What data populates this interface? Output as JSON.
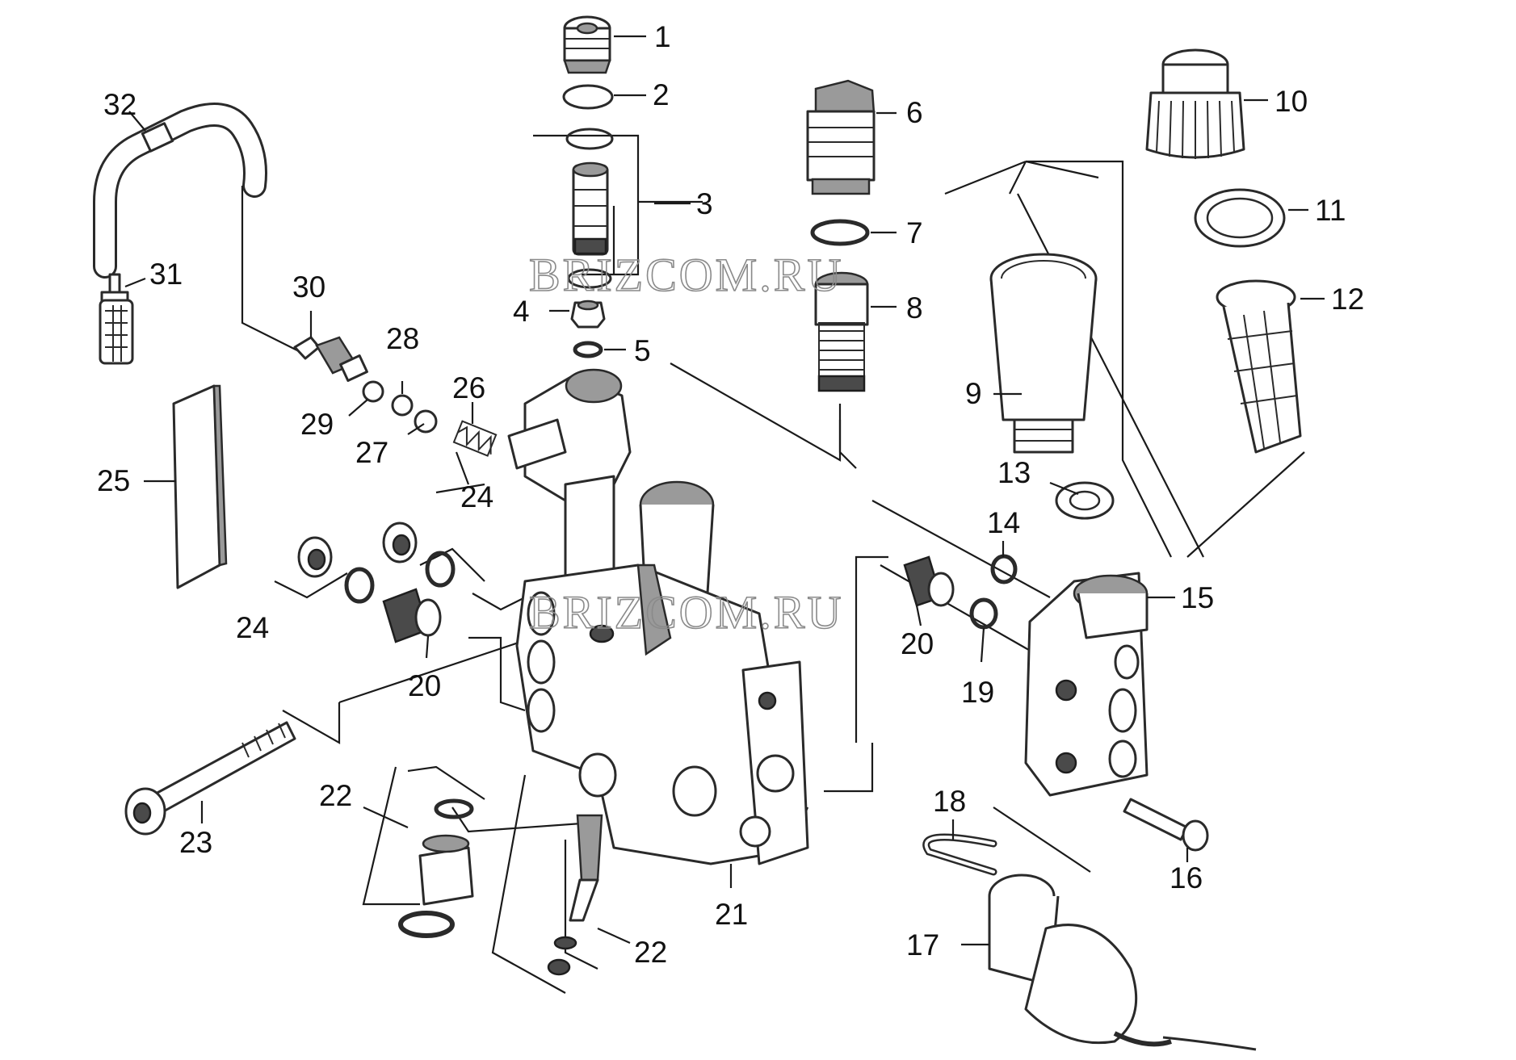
{
  "watermark": "BRIZCOM.RU",
  "callouts": [
    "1",
    "2",
    "3",
    "4",
    "5",
    "6",
    "7",
    "8",
    "9",
    "10",
    "11",
    "12",
    "13",
    "14",
    "15",
    "16",
    "17",
    "18",
    "19",
    "20",
    "21",
    "22",
    "23",
    "24",
    "25",
    "26",
    "27",
    "28",
    "29",
    "30",
    "31",
    "32"
  ],
  "colors": {
    "line": "#2a2a2a",
    "shade": "#9a9a9a",
    "background": "#ffffff"
  }
}
